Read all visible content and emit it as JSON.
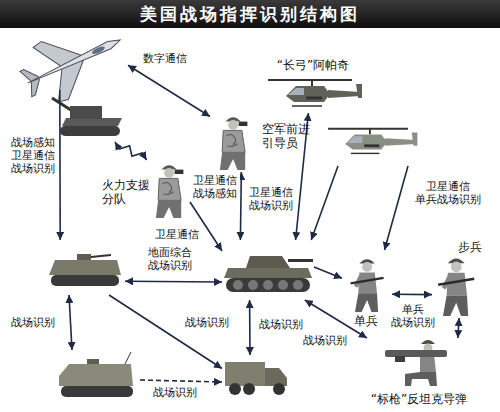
{
  "diagram": {
    "title": "美国战场指挥识别结构图",
    "nodes": [
      {
        "text": []
      },
      {
        "text": [
          "“长弓”阿帕奇"
        ]
      },
      {
        "text": []
      },
      {
        "text": [
          "空军前进 引导员"
        ]
      },
      {
        "text": []
      },
      {
        "text": [
          "火力支援 分队"
        ]
      },
      {
        "text": []
      },
      {
        "text": []
      },
      {
        "text": [
          "单兵"
        ]
      },
      {
        "text": [
          "步兵"
        ]
      },
      {
        "text": []
      },
      {
        "text": []
      },
      {
        "text": [
          "“标枪”反坦克导弹"
        ]
      }
    ],
    "edges": [
      {
        "from": 0,
        "to": 3,
        "arrow": "both",
        "label": "数字通信"
      },
      {
        "from": 2,
        "to": 5,
        "arrow": "both"
      },
      {
        "from": 0,
        "to": 6,
        "arrow": "to",
        "label": "战场感知 卫星通信 战场识别"
      },
      {
        "from": 3,
        "to": 7,
        "arrow": "both",
        "label": "卫星通信 战场感知"
      },
      {
        "from": 5,
        "to": 7,
        "arrow": "to",
        "label": "卫星通信"
      },
      {
        "from": 7,
        "to": 1,
        "arrow": "both",
        "label": "卫星通信 战场识别"
      },
      {
        "from": 4,
        "to": 7,
        "arrow": "to"
      },
      {
        "from": 4,
        "to": 8,
        "arrow": "to",
        "label": "卫星通信 单兵战场识别"
      },
      {
        "from": 6,
        "to": 7,
        "arrow": "both",
        "label": "地面综合 战场识别"
      },
      {
        "from": 7,
        "to": 8,
        "arrow": "to"
      },
      {
        "from": 8,
        "to": 9,
        "arrow": "both",
        "label": "单兵 战场识别"
      },
      {
        "from": 6,
        "to": 10,
        "arrow": "both",
        "label": "战场识别"
      },
      {
        "from": 6,
        "to": 11,
        "arrow": "to",
        "label": "战场识别"
      },
      {
        "from": 7,
        "to": 11,
        "arrow": "both",
        "label": "战场识别"
      },
      {
        "from": 12,
        "to": 7,
        "arrow": "both",
        "label": "战场识别"
      },
      {
        "from": 10,
        "to": 11,
        "arrow": "to",
        "label": "战场识别"
      },
      {
        "from": 12,
        "to": 9,
        "arrow": "both"
      }
    ]
  }
}
